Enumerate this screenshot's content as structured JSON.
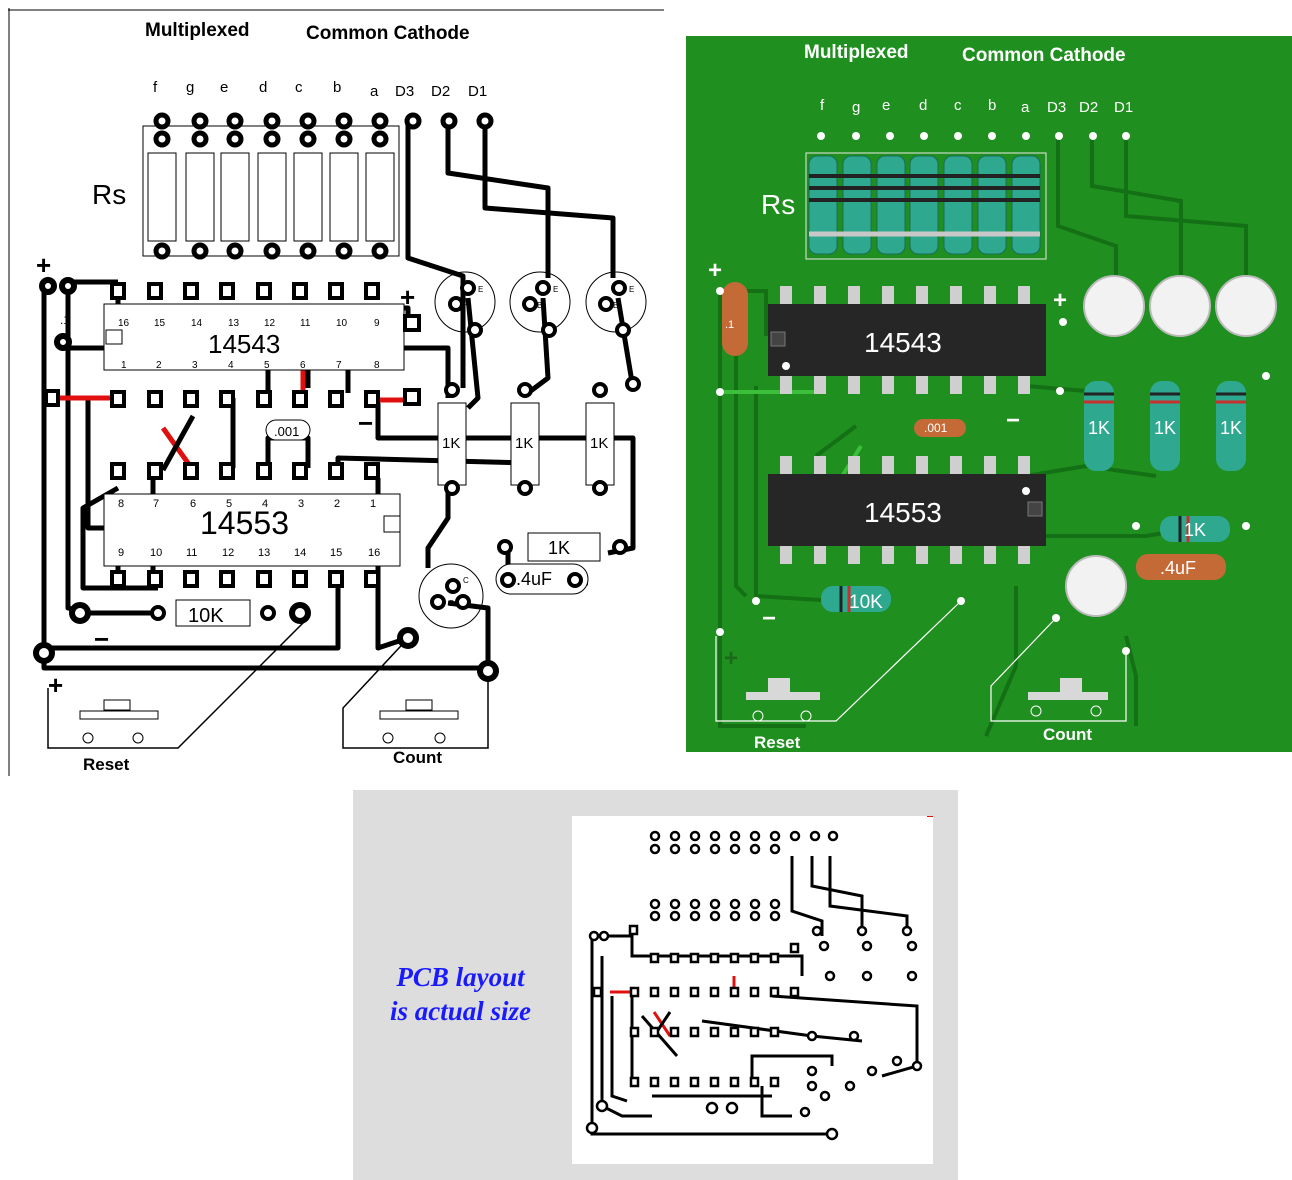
{
  "title_left": "Multiplexed",
  "title_right": "Common Cathode",
  "segment_labels": [
    "f",
    "g",
    "e",
    "d",
    "c",
    "b",
    "a"
  ],
  "digit_labels": [
    "D3",
    "D2",
    "D1"
  ],
  "resistor_array_label": "Rs",
  "ic_top": "14543",
  "ic_bottom": "14553",
  "ic_top_pins_upper": [
    "16",
    "15",
    "14",
    "13",
    "12",
    "11",
    "10",
    "9"
  ],
  "ic_top_pins_lower": [
    "1",
    "2",
    "3",
    "4",
    "5",
    "6",
    "7",
    "8"
  ],
  "ic_bottom_pins_upper": [
    "8",
    "7",
    "6",
    "5",
    "4",
    "3",
    "2",
    "1"
  ],
  "ic_bottom_pins_lower": [
    "9",
    "10",
    "11",
    "12",
    "13",
    "14",
    "15",
    "16"
  ],
  "resistor_1k": "1K",
  "resistor_10k": "10K",
  "capacitor_001": ".001",
  "capacitor_4uf": ".4uF",
  "capacitor_01": ".1",
  "transistor_pins": [
    "E",
    "B",
    "C"
  ],
  "plus_sign": "+",
  "minus_sign": "−",
  "reset_label": "Reset",
  "count_label": "Count",
  "caption_line1": "PCB layout",
  "caption_line2": "is actual size",
  "colors": {
    "board_green": "#1f8f1f",
    "trace_black": "#000000",
    "jumper_red": "#e01010",
    "caption_blue": "#1a1aff",
    "caption_bg": "#dddddd"
  }
}
